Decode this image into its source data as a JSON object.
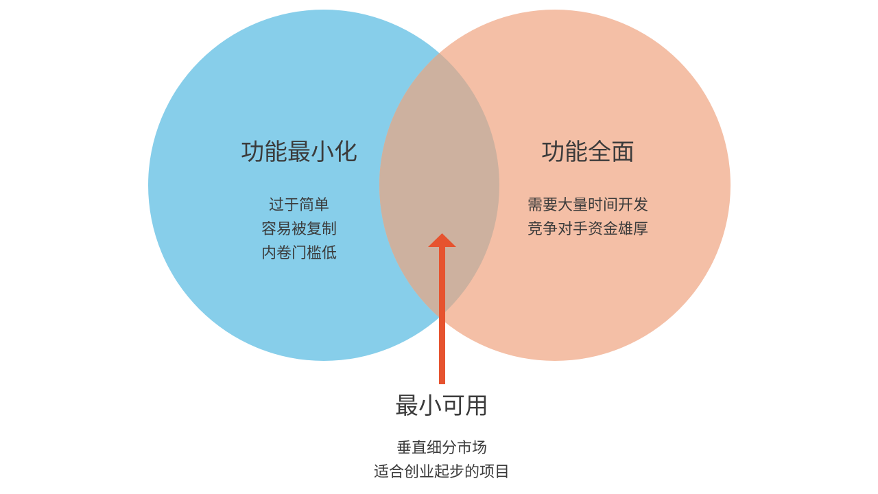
{
  "colors": {
    "left_circle": "#87ceea",
    "right_circle": "#f4bfa6",
    "overlap": "#cdb19f",
    "arrow": "#e6532f",
    "text": "#3b3b3b"
  },
  "left": {
    "title": "功能最小化",
    "lines": [
      "过于简单",
      "容易被复制",
      "内卷门槛低"
    ]
  },
  "right": {
    "title": "功能全面",
    "lines": [
      "需要大量时间开发",
      "竞争对手资金雄厚"
    ]
  },
  "center": {
    "title": "最小可用",
    "lines": [
      "垂直细分市场",
      "适合创业起步的项目"
    ]
  }
}
